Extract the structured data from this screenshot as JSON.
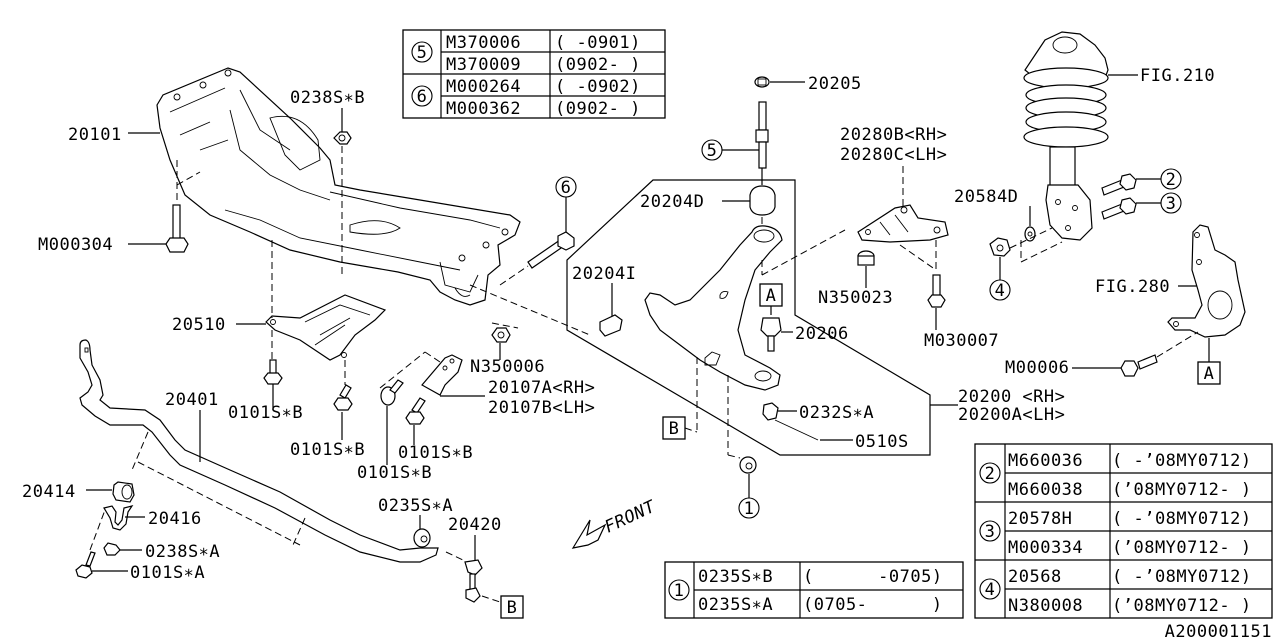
{
  "diagram_id": "A200001151",
  "labels": {
    "crossmember": "20101",
    "nut_0238_b": "0238S∗B",
    "bolt_m000304": "M000304",
    "bracket_20510": "20510",
    "stabilizer": "20401",
    "bolt_0101_b_1": "0101S∗B",
    "bolt_0101_b_2": "0101S∗B",
    "bolt_0101_b_3": "0101S∗B",
    "bolt_0101_b_4": "0101S∗B",
    "nut_n350006": "N350006",
    "bracket_rh": "20107A<RH>",
    "bracket_lh": "20107B<LH>",
    "bushing_20414": "20414",
    "clamp_20416": "20416",
    "nut_0238_a": "0238S∗A",
    "bolt_0101_a": "0101S∗A",
    "bushing_0235_a": "0235S∗A",
    "link_20420": "20420",
    "front": "FRONT",
    "washer_20205": "20205",
    "bushing_20204d": "20204D",
    "bushing_20204i": "20204I",
    "ball_joint_20206": "20206",
    "nut_0232_a": "0232S∗A",
    "pin_0510s": "0510S",
    "arm_rh": "20200  <RH>",
    "arm_lh": "20200A<LH>",
    "plate_rh": "20280B<RH>",
    "plate_lh": "20280C<LH>",
    "nut_n350023": "N350023",
    "bolt_m030007": "M030007",
    "washer_20584d": "20584D",
    "strut_fig": "FIG.210",
    "knuckle_fig": "FIG.280",
    "bolt_m00006": "M00006",
    "ref_a": "A",
    "ref_b": "B",
    "callout_1": "1",
    "callout_4": "4",
    "callout_5": "5",
    "callout_6": "6",
    "callout_2": "2",
    "callout_3": "3"
  },
  "tables": {
    "top": [
      {
        "callout": "5",
        "rows": [
          {
            "part": "M370006",
            "range": "(  -0901)"
          },
          {
            "part": "M370009",
            "range": "(0902-  )"
          }
        ]
      },
      {
        "callout": "6",
        "rows": [
          {
            "part": "M000264",
            "range": "(  -0902)"
          },
          {
            "part": "M000362",
            "range": "(0902-  )"
          }
        ]
      }
    ],
    "bottom_middle": [
      {
        "callout": "1",
        "rows": [
          {
            "part": "0235S∗B",
            "range": "(      -0705)"
          },
          {
            "part": "0235S∗A",
            "range": "(0705-      )"
          }
        ]
      }
    ],
    "bottom_right": [
      {
        "callout": "2",
        "rows": [
          {
            "part": "M660036",
            "range": "( -’08MY0712)"
          },
          {
            "part": "M660038",
            "range": "(’08MY0712- )"
          }
        ]
      },
      {
        "callout": "3",
        "rows": [
          {
            "part": "20578H",
            "range": "( -’08MY0712)"
          },
          {
            "part": "M000334",
            "range": "(’08MY0712- )"
          }
        ]
      },
      {
        "callout": "4",
        "rows": [
          {
            "part": "20568",
            "range": "( -’08MY0712)"
          },
          {
            "part": "N380008",
            "range": "(’08MY0712- )"
          }
        ]
      }
    ]
  }
}
